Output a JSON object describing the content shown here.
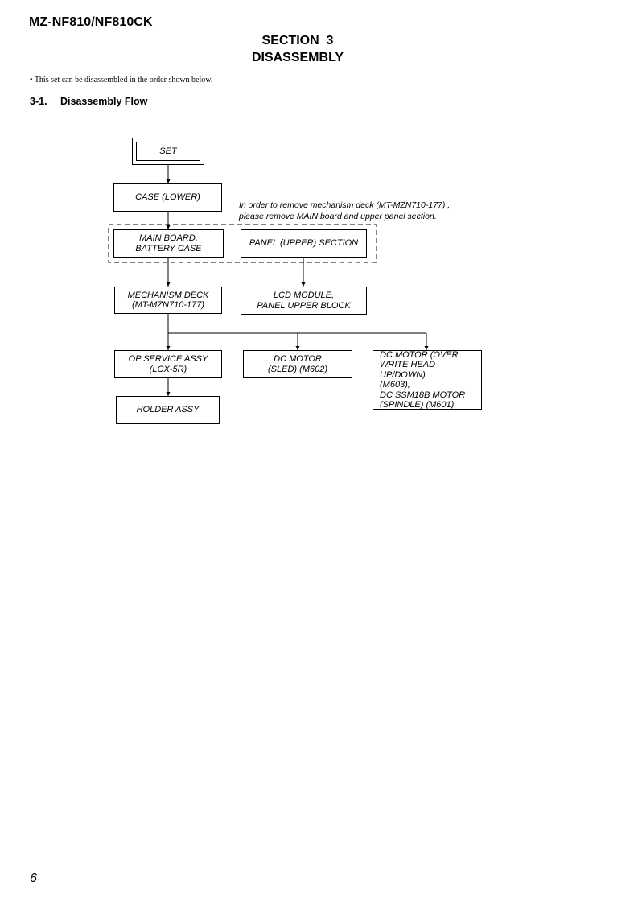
{
  "header": {
    "model": "MZ-NF810/NF810CK",
    "section_line1": "SECTION  3",
    "section_line2": "DISASSEMBLY"
  },
  "intro": "• This set can be disassembled in the order shown below.",
  "subheading": {
    "number": "3-1.",
    "title": "Disassembly Flow"
  },
  "flow": {
    "set": "SET",
    "case_lower": "CASE (LOWER)",
    "note": "In order to remove mechanism deck (MT-MZN710-177) ,\nplease remove MAIN board and upper panel section.",
    "main_board": "MAIN BOARD,\nBATTERY CASE",
    "panel_upper": "PANEL (UPPER) SECTION",
    "mechanism_deck": "MECHANISM DECK\n(MT-MZN710-177)",
    "lcd_module": "LCD MODULE,\nPANEL UPPER BLOCK",
    "op_service": "OP SERVICE  ASSY\n(LCX-5R)",
    "dc_motor_sled": "DC MOTOR\n(SLED) (M602)",
    "dc_motor_over": "DC MOTOR (OVER\nWRITE HEAD UP/DOWN)\n(M603),\nDC SSM18B MOTOR\n(SPINDLE) (M601)",
    "holder_assy": "HOLDER ASSY"
  },
  "page_number": "6"
}
